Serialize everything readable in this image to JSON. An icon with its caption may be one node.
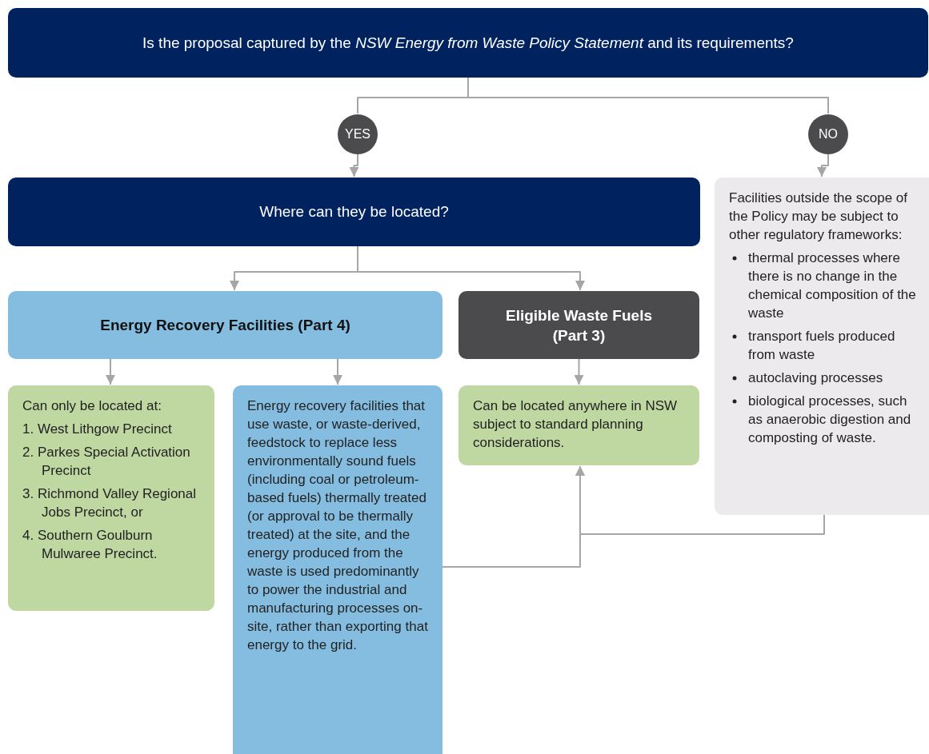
{
  "diagram": {
    "nodes": [
      {
        "text": [
          "Is the proposal captured by the *NSW Energy from Waste Policy Statement* and its requirements?"
        ]
      },
      {
        "text": [
          "YES"
        ]
      },
      {
        "text": [
          "NO"
        ]
      },
      {
        "text": [
          "Where can they be located?"
        ]
      },
      {
        "text": [
          "Facilities outside the scope of the Policy may be subject to other regulatory frameworks:",
          "thermal processes where there is no change in the chemical composition of the waste",
          "transport fuels produced from waste",
          "autoclaving processes",
          "biological processes, such as anaerobic digestion and composting of waste."
        ]
      },
      {
        "text": [
          "Energy Recovery Facilities (Part 4)"
        ]
      },
      {
        "text": [
          "Eligible Waste Fuels (Part 3)"
        ]
      },
      {
        "text": [
          "Can only be located at:",
          "1. West Lithgow Precinct",
          "2. Parkes Special Activation Precinct",
          "3. Richmond Valley Regional Jobs Precinct, or",
          "4. Southern Goulburn Mulwaree Precinct."
        ]
      },
      {
        "text": [
          "Energy recovery facilities that use waste, or waste-derived, feedstock to replace less environmentally sound fuels (including coal or petroleum-based fuels) thermally treated (or approval to be thermally treated) at the site, and the energy produced from the waste is used predominantly to power the industrial and manufacturing processes on-site, rather than exporting that energy to the grid."
        ]
      },
      {
        "text": [
          "Can be located anywhere in NSW subject to standard planning considerations."
        ]
      }
    ],
    "edges": [
      {
        "from": 0,
        "to": 1,
        "arrow": "none"
      },
      {
        "from": 0,
        "to": 2,
        "arrow": "none"
      },
      {
        "from": 1,
        "to": 3,
        "arrow": "to"
      },
      {
        "from": 2,
        "to": 4,
        "arrow": "to"
      },
      {
        "from": 3,
        "to": 5,
        "arrow": "to"
      },
      {
        "from": 3,
        "to": 6,
        "arrow": "to"
      },
      {
        "from": 5,
        "to": 7,
        "arrow": "to"
      },
      {
        "from": 5,
        "to": 8,
        "arrow": "to"
      },
      {
        "from": 6,
        "to": 9,
        "arrow": "to"
      },
      {
        "from": 8,
        "to": 9,
        "arrow": "to"
      },
      {
        "from": 4,
        "to": 9,
        "arrow": "to"
      }
    ]
  }
}
